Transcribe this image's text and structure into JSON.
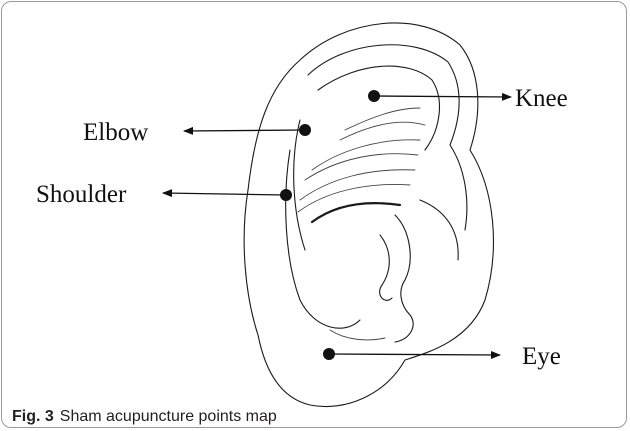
{
  "caption": {
    "figure_label": "Fig. 3",
    "text": "Sham acupuncture points map"
  },
  "points": [
    {
      "id": "knee",
      "label": "Knee"
    },
    {
      "id": "elbow",
      "label": "Elbow"
    },
    {
      "id": "shoulder",
      "label": "Shoulder"
    },
    {
      "id": "eye",
      "label": "Eye"
    }
  ]
}
